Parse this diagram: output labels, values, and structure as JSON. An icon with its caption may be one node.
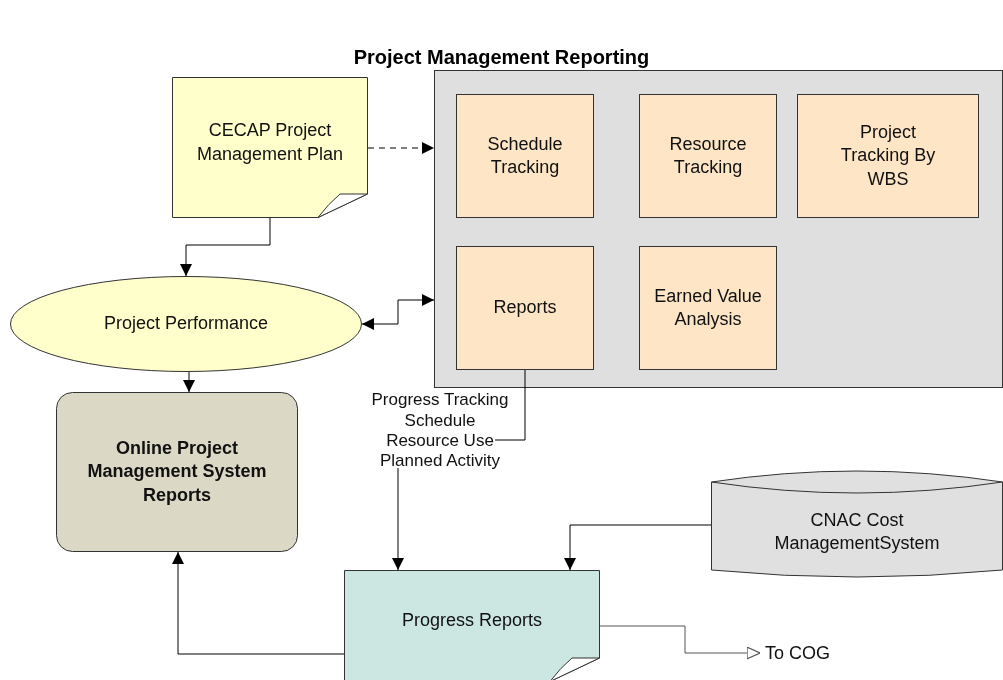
{
  "diagram": {
    "title": "Project Management Reporting",
    "nodes": [
      {
        "text": [
          "CECAP Project Management Plan"
        ]
      },
      {
        "text": [],
        "shape": "box"
      },
      {
        "text": [
          "Schedule Tracking"
        ],
        "in": 1
      },
      {
        "text": [
          "Resource Tracking"
        ],
        "in": 1
      },
      {
        "text": [
          "Project Tracking By WBS"
        ],
        "in": 1
      },
      {
        "text": [
          "Reports"
        ],
        "in": 1
      },
      {
        "text": [
          "Earned Value Analysis"
        ],
        "in": 1
      },
      {
        "text": [
          "Project Performance"
        ]
      },
      {
        "text": [
          "Online Project Management System Reports"
        ]
      },
      {
        "text": [
          "Progress Tracking Schedule Resource Use Planned Activity"
        ]
      },
      {
        "text": [
          "CNAC Cost ManagementSystem"
        ]
      },
      {
        "text": [
          "Progress Reports"
        ]
      },
      {
        "text": [
          "To COG"
        ]
      }
    ],
    "edges": [
      {
        "from": 0,
        "to": 1,
        "arrow": "to",
        "style": "dashed"
      },
      {
        "from": 0,
        "to": 7,
        "arrow": "to"
      },
      {
        "from": 7,
        "to": 1,
        "arrow": "both"
      },
      {
        "from": 7,
        "to": 8,
        "arrow": "to"
      },
      {
        "from": 5,
        "to": 9,
        "arrow": "none"
      },
      {
        "from": 9,
        "to": 11,
        "arrow": "to"
      },
      {
        "from": 10,
        "to": 11,
        "arrow": "to"
      },
      {
        "from": 11,
        "to": 8,
        "arrow": "to"
      },
      {
        "from": 11,
        "to": 12,
        "arrow": "to",
        "color": "#555555"
      }
    ]
  }
}
